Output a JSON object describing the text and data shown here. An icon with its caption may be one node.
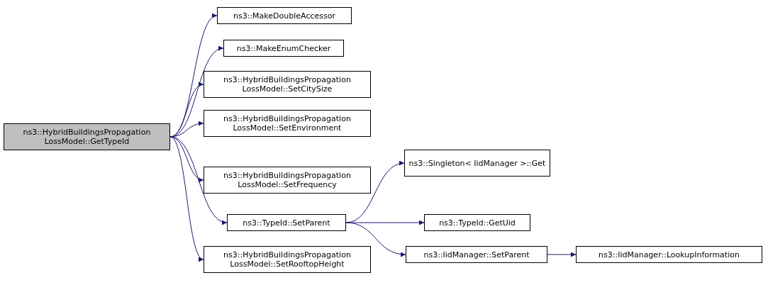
{
  "diagram": {
    "nodes": [
      {
        "text": [
          "ns3::HybridBuildingsPropagation LossModel::GetTypeId"
        ]
      },
      {
        "text": [
          "ns3::MakeDoubleAccessor"
        ]
      },
      {
        "text": [
          "ns3::MakeEnumChecker"
        ]
      },
      {
        "text": [
          "ns3::HybridBuildingsPropagation LossModel::SetCitySize"
        ]
      },
      {
        "text": [
          "ns3::HybridBuildingsPropagation LossModel::SetEnvironment"
        ]
      },
      {
        "text": [
          "ns3::HybridBuildingsPropagation LossModel::SetFrequency"
        ]
      },
      {
        "text": [
          "ns3::TypeId::SetParent"
        ]
      },
      {
        "text": [
          "ns3::HybridBuildingsPropagation LossModel::SetRooftopHeight"
        ]
      },
      {
        "text": [
          "ns3::Singleton< IidManager >::Get"
        ]
      },
      {
        "text": [
          "ns3::TypeId::GetUid"
        ]
      },
      {
        "text": [
          "ns3::IidManager::SetParent"
        ]
      },
      {
        "text": [
          "ns3::IidManager::LookupInformation"
        ]
      }
    ],
    "edges": [
      {
        "from": 0,
        "to": 1,
        "arrow": "to"
      },
      {
        "from": 0,
        "to": 2,
        "arrow": "to"
      },
      {
        "from": 0,
        "to": 3,
        "arrow": "to"
      },
      {
        "from": 0,
        "to": 4,
        "arrow": "to"
      },
      {
        "from": 0,
        "to": 5,
        "arrow": "to"
      },
      {
        "from": 0,
        "to": 6,
        "arrow": "to"
      },
      {
        "from": 0,
        "to": 7,
        "arrow": "to"
      },
      {
        "from": 6,
        "to": 8,
        "arrow": "to"
      },
      {
        "from": 6,
        "to": 9,
        "arrow": "to"
      },
      {
        "from": 6,
        "to": 10,
        "arrow": "to"
      },
      {
        "from": 10,
        "to": 11,
        "arrow": "to"
      }
    ]
  }
}
